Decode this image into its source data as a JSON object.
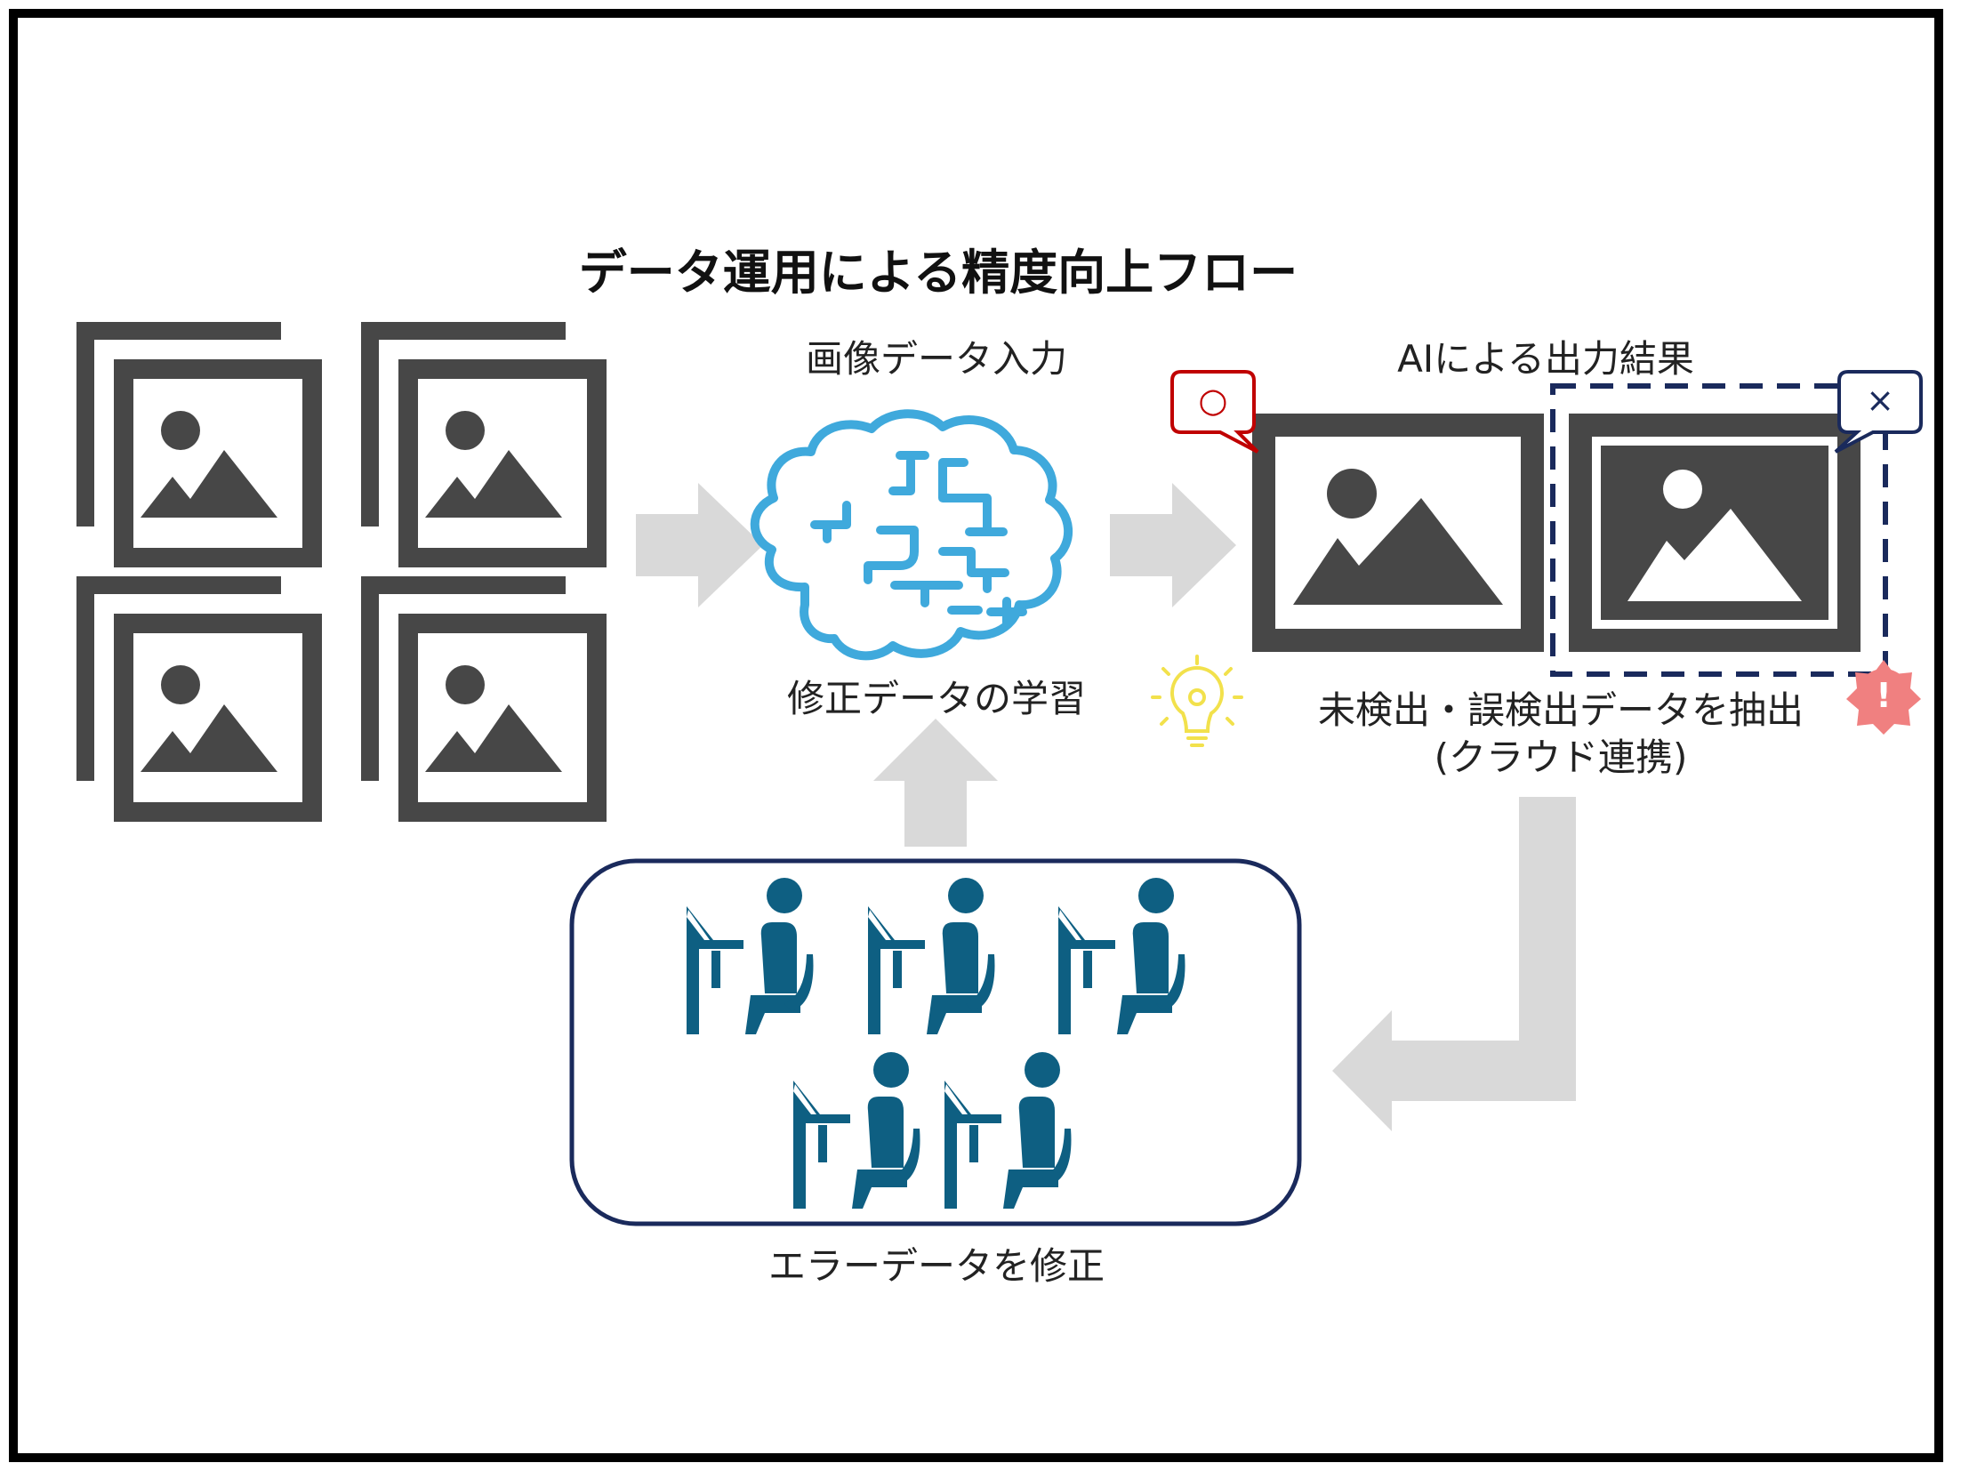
{
  "title": "データ運用による精度向上フロー",
  "labels": {
    "image_input": "画像データ入力",
    "learning": "修正データの学習",
    "ai_output": "AIによる出力結果",
    "extract_line1": "未検出・誤検出データを抽出",
    "extract_line2": "(クラウド連携)",
    "fix_errors": "エラーデータを修正"
  },
  "callouts": {
    "correct_mark": "○",
    "wrong_mark": "×",
    "alert_mark": "!"
  },
  "icons": {
    "image": "image-icon",
    "brain": "brain-circuit-icon",
    "person": "person-at-desk-icon",
    "bulb": "lightbulb-gear-icon",
    "alert": "alert-badge-icon"
  },
  "colors": {
    "image_gray": "#474747",
    "arrow_gray": "#d9d9d9",
    "brain_blue": "#3fa9dc",
    "people_blue": "#0e5f82",
    "navy": "#1a2a5c",
    "red": "#c00000",
    "alert_pink": "#f08080",
    "bulb_yellow": "#f2e14c"
  }
}
